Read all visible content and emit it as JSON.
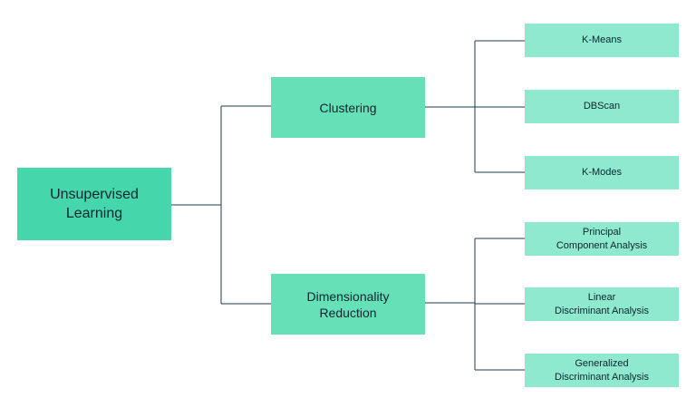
{
  "root": {
    "label": "Unsupervised\nLearning"
  },
  "branches": [
    {
      "label": "Clustering",
      "children": [
        {
          "label": "K-Means"
        },
        {
          "label": "DBScan"
        },
        {
          "label": "K-Modes"
        }
      ]
    },
    {
      "label": "Dimensionality\nReduction",
      "children": [
        {
          "label": "Principal\nComponent Analysis"
        },
        {
          "label": "Linear\nDiscriminant Analysis"
        },
        {
          "label": "Generalized\nDiscriminant Analysis"
        }
      ]
    }
  ],
  "colors": {
    "root_fill": "#45d6ab",
    "branch_fill": "#66e0b7",
    "leaf_fill": "#8fe9ce",
    "connector": "#1f3a4d",
    "text": "#0d2530"
  }
}
